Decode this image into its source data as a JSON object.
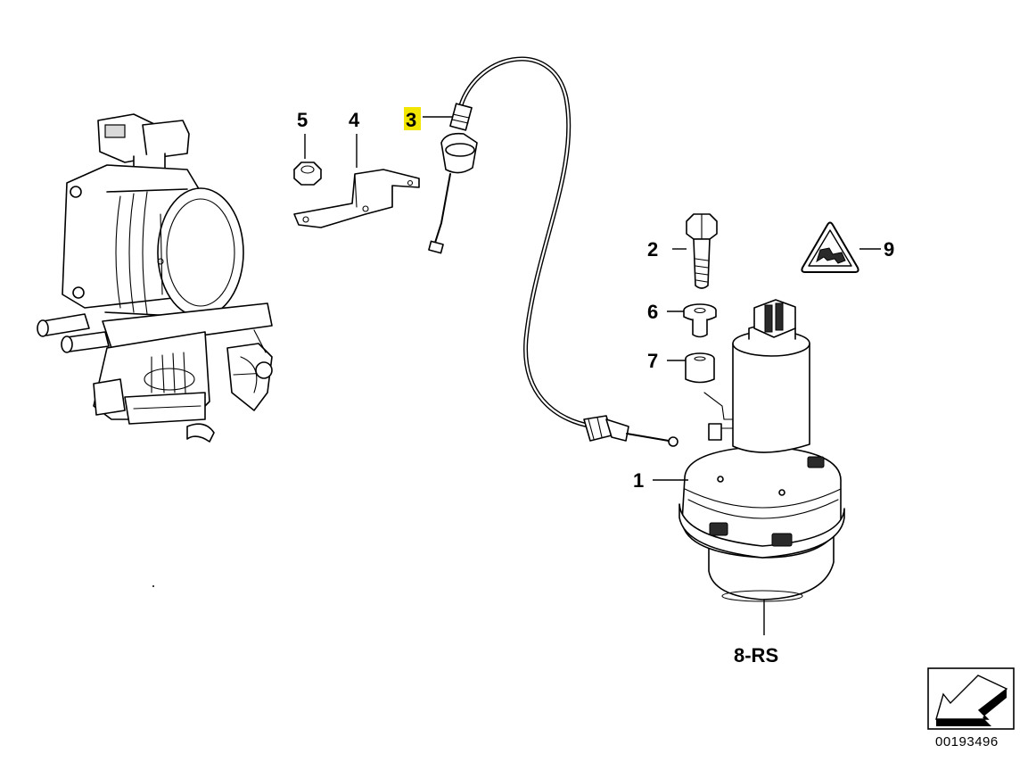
{
  "callouts": {
    "c1": "1",
    "c2": "2",
    "c3": "3",
    "c4": "4",
    "c5": "5",
    "c6": "6",
    "c7": "7",
    "c8": "8-RS",
    "c9": "9"
  },
  "highlight_color": "#f2e600",
  "diagram_number": "00193496",
  "icons": [
    "warning-triangle-icon",
    "navigation-arrow-icon"
  ]
}
